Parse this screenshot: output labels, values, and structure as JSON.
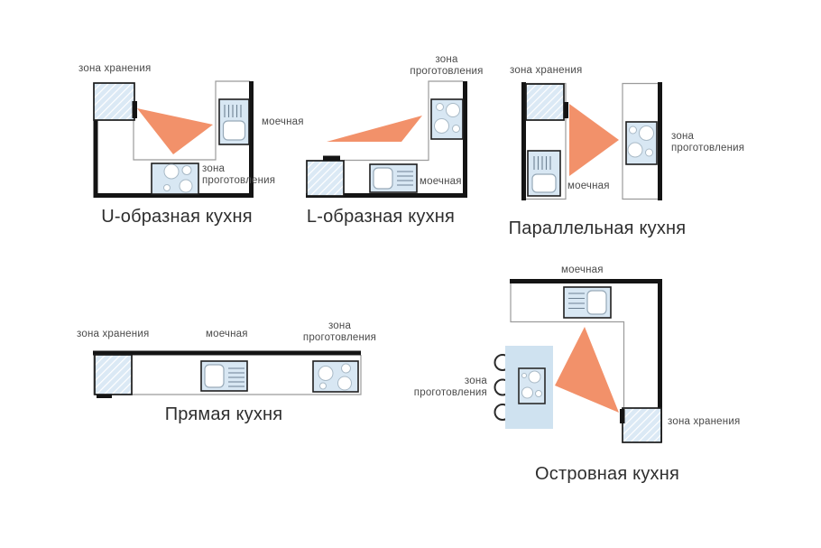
{
  "colors": {
    "triangle_orange": "#F2916A",
    "appliance_fill": "#D8E7F3",
    "island_fill": "#CFE2F0",
    "wall_black": "#141414",
    "wall_thin_gray": "#9B9B9B",
    "label_text": "#4A4A4A",
    "title_text": "#2E2E2E"
  },
  "diagrams": {
    "u_shaped": {
      "title": "U-образная кухня",
      "labels": {
        "storage": "зона хранения",
        "sink": "моечная",
        "cooking_line1": "зона",
        "cooking_line2": "проготовления"
      }
    },
    "l_shaped": {
      "title": "L-образная кухня",
      "labels": {
        "cooking_line1": "зона",
        "cooking_line2": "проготовления",
        "sink": "моечная"
      }
    },
    "parallel": {
      "title": "Параллельная кухня",
      "labels": {
        "storage": "зона хранения",
        "sink": "моечная",
        "cooking_line1": "зона",
        "cooking_line2": "проготовления"
      }
    },
    "straight": {
      "title": "Прямая кухня",
      "labels": {
        "storage": "зона хранения",
        "sink": "моечная",
        "cooking_line1": "зона",
        "cooking_line2": "проготовления"
      }
    },
    "island": {
      "title": "Островная кухня",
      "labels": {
        "sink": "моечная",
        "cooking_line1": "зона",
        "cooking_line2": "проготовления",
        "storage": "зона хранения"
      }
    }
  }
}
